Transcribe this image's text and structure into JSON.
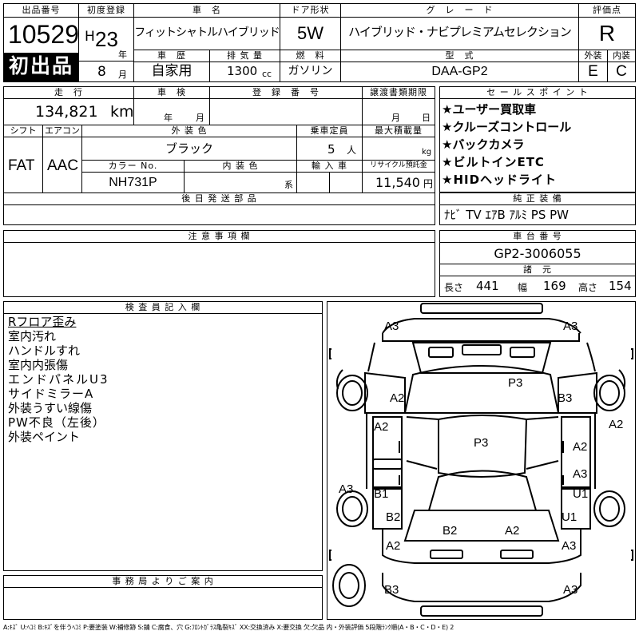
{
  "header": {
    "lot_label": "出品番号",
    "lot_number": "10529",
    "first_listing_badge": "初出品",
    "first_reg_label": "初度登録",
    "era": "H",
    "year": "23",
    "year_unit": "年",
    "month": "8",
    "month_unit": "月",
    "car_name_label": "車　名",
    "car_name": "フィットシャトルハイブリッド",
    "door_label": "ドア形状",
    "door": "5W",
    "grade_label": "グ　レ　ー　ド",
    "grade": "ハイブリッド・ナビプレミアムセレクション",
    "score_label": "評価点",
    "score": "R",
    "history_label": "車　歴",
    "history": "自家用",
    "displacement_label": "排 気 量",
    "displacement": "1300",
    "displacement_unit": "cc",
    "fuel_label": "燃　料",
    "fuel": "ガソリン",
    "model_label": "型　式",
    "model": "DAA-GP2",
    "exterior_label": "外装",
    "exterior_score": "E",
    "interior_label": "内装",
    "interior_score": "C"
  },
  "specs": {
    "mileage_label": "走　行",
    "mileage": "134,821",
    "mileage_unit": "km",
    "inspection_label": "車　検",
    "inspection_year_unit": "年",
    "inspection_month_unit": "月",
    "registration_label": "登　録　番　号",
    "transfer_label": "譲渡書類期限",
    "transfer_month_unit": "月",
    "transfer_day_unit": "日",
    "shift_label": "シフト",
    "shift": "FAT",
    "ac_label": "エアコン",
    "ac": "AAC",
    "exterior_color_label": "外 装 色",
    "exterior_color": "ブラック",
    "capacity_label": "乗車定員",
    "capacity": "5",
    "capacity_unit": "人",
    "max_load_label": "最大積載量",
    "max_load_unit": "kg",
    "color_no_label": "カラー No.",
    "color_no": "NH731P",
    "interior_color_label": "内 装 色",
    "interior_color_unit": "系",
    "import_label": "輸 入 車",
    "recycle_label": "リサイクル預託金",
    "recycle_fee": "11,540",
    "recycle_unit": "円",
    "later_parts_label": "後 日 発 送 部 品",
    "notes_label": "注 意 事 項 欄",
    "inspector_label": "検 査 員 記 入 欄",
    "office_label": "事 務 局 よ り ご 案 内"
  },
  "sales_points": {
    "label": "セ ー ル ス ポ イ ン ト",
    "items": [
      "★ユーザー買取車",
      "★クルーズコントロール",
      "★バックカメラ",
      "★ビルトインETC",
      "★HIDヘッドライト"
    ]
  },
  "equipment": {
    "label": "純 正 装 備",
    "text": "ﾅﾋﾞ TV ｴｱB ｱﾙﾐ PS PW"
  },
  "chassis": {
    "label": "車 台 番 号",
    "number": "GP2-3006055",
    "dims_label": "諸　元",
    "length_label": "長さ",
    "length": "441",
    "width_label": "幅",
    "width": "169",
    "height_label": "高さ",
    "height": "154"
  },
  "inspector_notes": [
    "Rフロア歪み",
    "室内汚れ",
    "ハンドルすれ",
    "室内内張傷",
    "エンドパネルU3",
    "サイドミラーA",
    "外装うすい線傷",
    "PW不良（左後）",
    "外装ペイント"
  ],
  "damage_marks": {
    "fl_corner": "A3",
    "fr_corner": "A3",
    "roof": "P3",
    "hood_left": "A2",
    "hood_right": "B3",
    "left_front_door": "A2",
    "right_fender": "A2",
    "center": "P3",
    "left_front_side": "A3",
    "right_front_door": "A2",
    "right_rear_door": "A3",
    "left_rear_door": "B1",
    "right_u1_a": "U1",
    "left_rear_fender": "B2",
    "right_u1_b": "U1",
    "rear_left": "B2",
    "rear_right": "A2",
    "trunk_left": "A2",
    "trunk_right": "A3",
    "rear_corner_left": "B3",
    "rear_corner_right": "A3"
  },
  "legend": "A:ｷｽﾞ U:ﾍｺﾐ B:ｷｽﾞを伴うﾍｺﾐ P:要塗装 W:補修跡 S:錆 C:腐食、穴 G:ﾌﾛﾝﾄｶﾞﾗｽ亀裂ｷｽﾞ XX:交換済み X:要交換 欠:欠品 内・外装評価 5段階ﾗﾝｸ順(A・B・C・D・E) 2"
}
